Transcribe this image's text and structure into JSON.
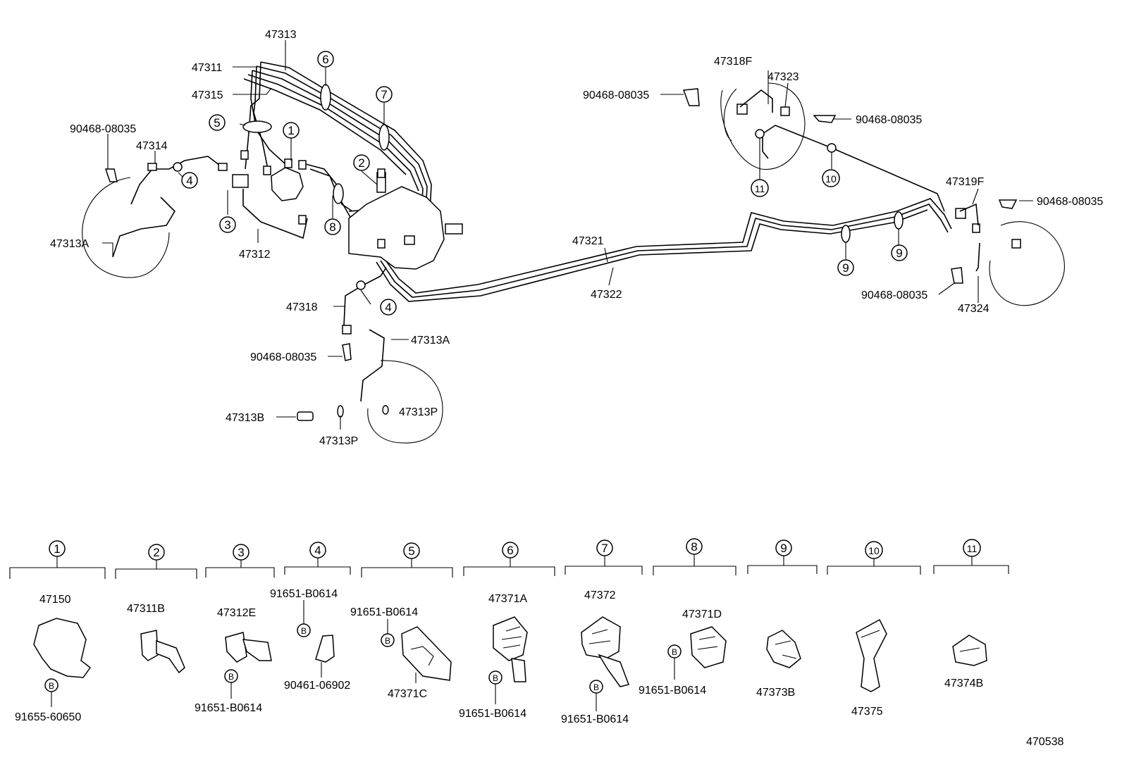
{
  "callouts_top": {
    "p47313": "47313",
    "p47311": "47311",
    "p47315": "47315",
    "p90468_left": "90468-08035",
    "p47314": "47314",
    "p47313A_left": "47313A",
    "p47312": "47312",
    "p47318": "47318",
    "p90468_mid": "90468-08035",
    "p47313A_mid": "47313A",
    "p47313B": "47313B",
    "p47313P_a": "47313P",
    "p47313P_b": "47313P",
    "p47321": "47321",
    "p47322": "47322",
    "p90468_topright": "90468-08035",
    "p47318F": "47318F",
    "p47323": "47323",
    "p90468_right1": "90468-08035",
    "p47319F": "47319F",
    "p90468_right2": "90468-08035",
    "p90468_right3": "90468-08035",
    "p47324": "47324"
  },
  "circled_top": {
    "c1": "1",
    "c2": "2",
    "c3": "3",
    "c4a": "4",
    "c4b": "4",
    "c5": "5",
    "c6": "6",
    "c7": "7",
    "c8": "8",
    "c9a": "9",
    "c9b": "9",
    "c10": "10",
    "c11": "11"
  },
  "legend": {
    "g1": {
      "num": "1",
      "part": "47150",
      "bolt": "B",
      "bolt_part": "91655-60650"
    },
    "g2": {
      "num": "2",
      "part": "47311B"
    },
    "g3": {
      "num": "3",
      "part": "47312E",
      "bolt": "B",
      "bolt_part": "91651-B0614"
    },
    "g4": {
      "num": "4",
      "bolt_part": "91651-B0614",
      "bolt": "B",
      "part": "90461-06902"
    },
    "g5": {
      "num": "5",
      "bolt_part": "91651-B0614",
      "bolt": "B",
      "part": "47371C"
    },
    "g6": {
      "num": "6",
      "part": "47371A",
      "bolt": "B",
      "bolt_part": "91651-B0614"
    },
    "g7": {
      "num": "7",
      "part": "47372",
      "bolt": "B",
      "bolt_part": "91651-B0614"
    },
    "g8": {
      "num": "8",
      "part": "47371D",
      "bolt": "B",
      "bolt_part": "91651-B0614"
    },
    "g9": {
      "num": "9",
      "part": "47373B"
    },
    "g10": {
      "num": "10",
      "part": "47375"
    },
    "g11": {
      "num": "11",
      "part": "47374B"
    }
  },
  "figure_code": "470538"
}
